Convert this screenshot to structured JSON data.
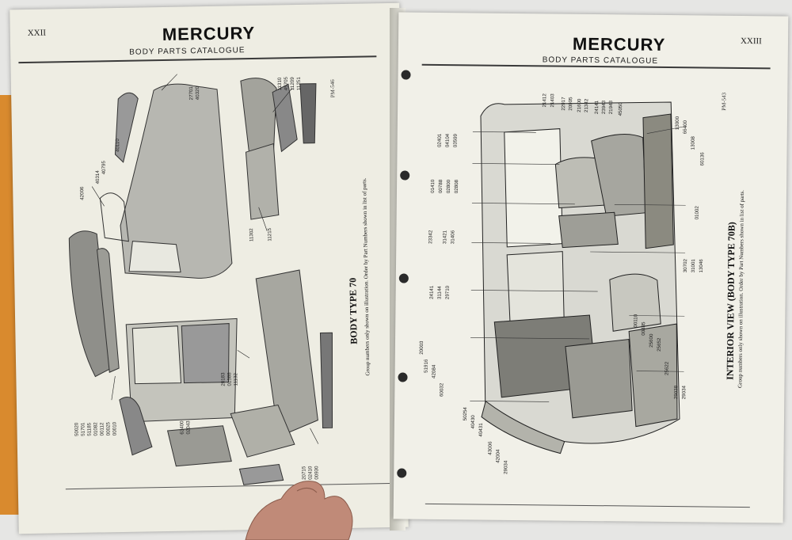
{
  "left_page": {
    "page_number": "XXII",
    "brand": "MERCURY",
    "subtitle": "BODY   PARTS   CATALOGUE",
    "plate_id": "PM-546",
    "caption_title": "BODY TYPE 70",
    "caption_note": "Group numbers only shown on illustration.    Order by Part Numbers shown in list of parts.",
    "part_numbers": {
      "top_cluster": [
        "27701",
        "40320"
      ],
      "right_cluster": [
        "11310",
        "45705",
        "11209",
        "11251"
      ],
      "lower_right": [
        "11302",
        "11215"
      ],
      "left_mid": [
        "40314",
        "40795",
        "40110"
      ],
      "left_upper": [
        "42006"
      ],
      "mid_door": [
        "20183",
        "01588",
        "11132"
      ],
      "bottom_left": [
        "50020",
        "51701",
        "51185",
        "01082",
        "00112",
        "00025",
        "00010"
      ],
      "bottom_mid": [
        "63400",
        "02043"
      ],
      "bottom_right": [
        "20715",
        "02410",
        "00930"
      ]
    }
  },
  "right_page": {
    "page_number": "XXIII",
    "brand": "MERCURY",
    "subtitle": "BODY   PARTS   CATALOGUE",
    "plate_id": "PM-543",
    "caption_title": "INTERIOR VIEW (BODY TYPE 70B)",
    "caption_note": "Group numbers only shown on illustration.    Order by Part Numbers shown in list of parts.",
    "part_numbers": {
      "top_row": [
        "21412",
        "21403",
        "22917",
        "20905",
        "21600",
        "21342",
        "24141",
        "23943",
        "21943",
        "45050"
      ],
      "left_top": [
        "02401",
        "04104",
        "03599"
      ],
      "left_mid": [
        "01410",
        "00788",
        "02800",
        "02808"
      ],
      "left_mid2": [
        "23342",
        "31421",
        "31406"
      ],
      "left_lower": [
        "24141",
        "31144",
        "29710"
      ],
      "left_bottom": [
        "20003",
        "51916",
        "42084",
        "60032",
        "50254",
        "40430",
        "40431",
        "43006",
        "42004",
        "29034"
      ],
      "right_top": [
        "13000",
        "66400",
        "13008",
        "60136"
      ],
      "right_mid": [
        "01002"
      ],
      "right_lower": [
        "30702",
        "31001",
        "13046"
      ],
      "right_bottom": [
        "00110",
        "00885",
        "25600",
        "25652",
        "25622",
        "29038",
        "29034"
      ]
    }
  }
}
